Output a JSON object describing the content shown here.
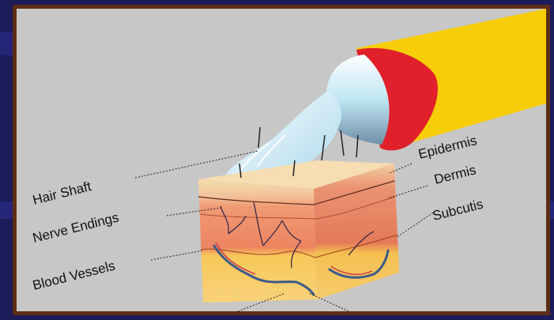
{
  "labels": {
    "left": [
      "Hair Shaft",
      "Nerve Endings",
      "Blood Vessels"
    ],
    "right": [
      "Epidermis",
      "Dermis",
      "Subcutis"
    ]
  },
  "colors": {
    "background": "#1c1c5a",
    "frame": "#5c2e14",
    "panel": "#c7c7c7",
    "beam": "#f7cd08",
    "tube_cap": "#e0202a",
    "cream": "#e8f6fc",
    "epidermis": "#f5dcae",
    "dermis": "#ef9a74",
    "subcutis": "#f7c85a"
  },
  "icons": [
    "tube-icon",
    "cream-icon",
    "skin-block-icon"
  ]
}
